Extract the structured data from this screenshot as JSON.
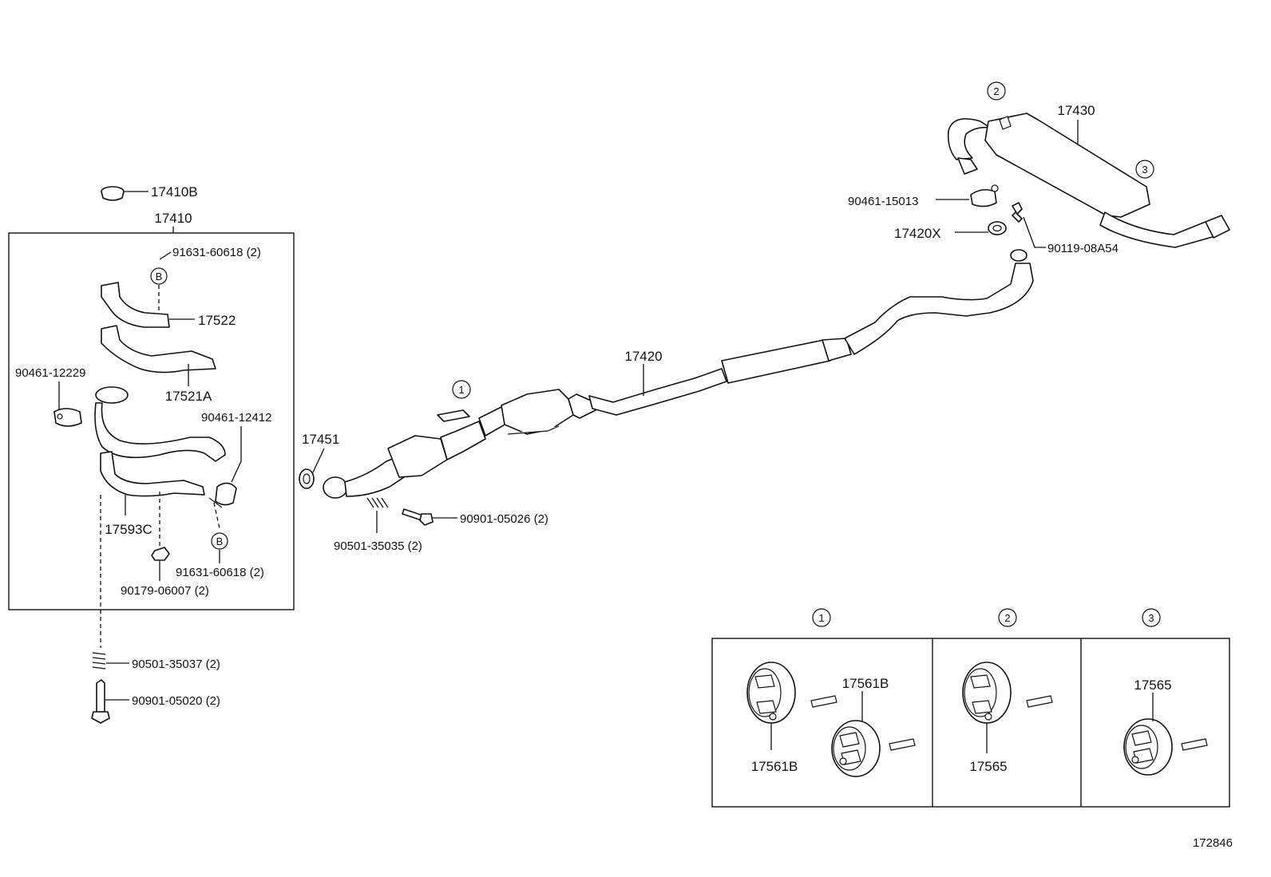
{
  "labels": {
    "p17410B": "17410B",
    "p17410": "17410",
    "p91631_top": "91631-60618 (2)",
    "p17522": "17522",
    "p90461_12229": "90461-12229",
    "p17521A": "17521A",
    "p90461_12412": "90461-12412",
    "p17593C": "17593C",
    "p91631_bottom": "91631-60618 (2)",
    "p90179": "90179-06007 (2)",
    "p90501_35037": "90501-35037 (2)",
    "p90901_05020": "90901-05020 (2)",
    "p17451": "17451",
    "p90501_35035": "90501-35035 (2)",
    "p90901_05026": "90901-05026 (2)",
    "p17420": "17420",
    "p90461_15013": "90461-15013",
    "p17420X": "17420X",
    "p90119": "90119-08A54",
    "p17430": "17430",
    "h1_left": "17561B",
    "h1_right": "17561B",
    "h2": "17565",
    "h3": "17565",
    "diagram_number": "172846"
  },
  "markers": {
    "b": "B",
    "one": "1",
    "two": "2",
    "three": "3"
  }
}
